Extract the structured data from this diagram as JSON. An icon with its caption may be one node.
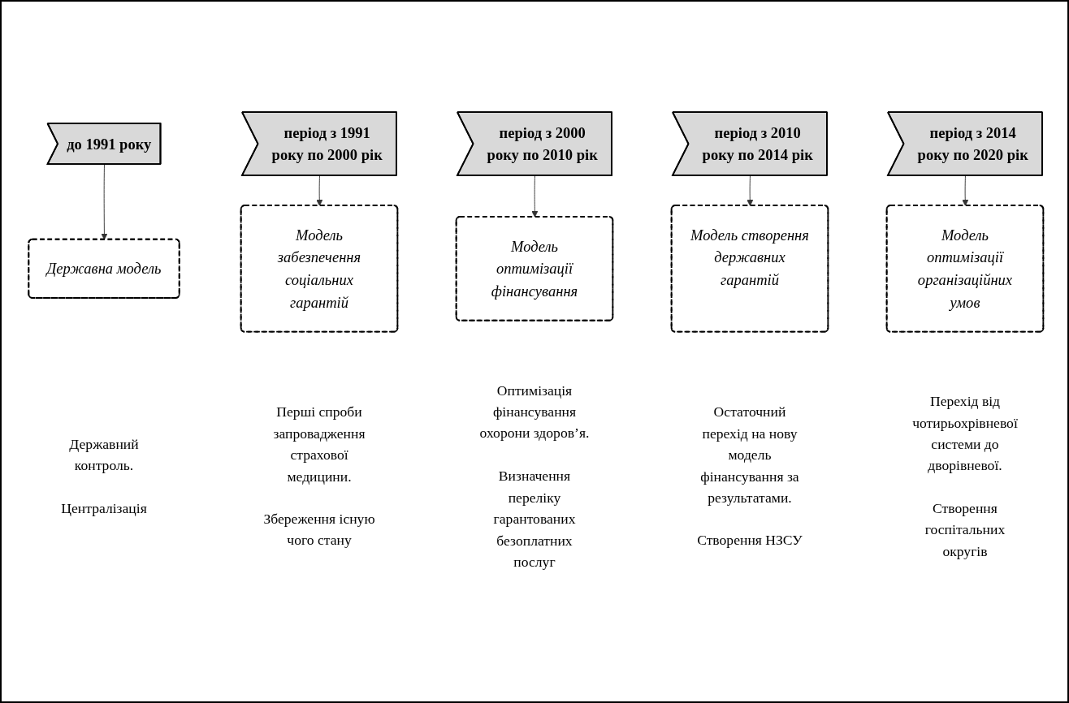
{
  "diagram": {
    "nodes": [
      {
        "text": [
          "до 1991 року"
        ]
      },
      {
        "text": [
          "період з 1991 року по 2000 рік"
        ]
      },
      {
        "text": [
          "період з 2000 року по 2010 рік"
        ]
      },
      {
        "text": [
          "період з 2010 року по 2014 рік"
        ]
      },
      {
        "text": [
          "період з 2014 року по 2020 рік"
        ]
      },
      {
        "text": [
          "Державна модель"
        ],
        "beside": [
          "Державний контроль.",
          "Централізація"
        ]
      },
      {
        "text": [
          "Модель забезпечення соціальних гарантій"
        ],
        "beside": [
          "Перші спроби запровадження страхової медицини.",
          "Збереження існую чого стану"
        ]
      },
      {
        "text": [
          "Модель оптимізації фінансування"
        ],
        "beside": [
          "Оптимізація фінансування охорони здоров’я.",
          "Визначення переліку гарантованих безоплатних послуг"
        ]
      },
      {
        "text": [
          "Модель створення державних гарантій"
        ],
        "beside": [
          "Остаточний перехід на нову модель фінансування за результатами.",
          "Створення НЗСУ"
        ]
      },
      {
        "text": [
          "Модель оптимізації організаційних умов"
        ],
        "beside": [
          "Перехід від чотирьохрівневої системи до дворівневої.",
          "Створення госпітальних округів"
        ]
      }
    ],
    "edges": [
      {
        "from": 0,
        "to": 5,
        "arrow": "to"
      },
      {
        "from": 1,
        "to": 6,
        "arrow": "to"
      },
      {
        "from": 2,
        "to": 7,
        "arrow": "to"
      },
      {
        "from": 3,
        "to": 8,
        "arrow": "to"
      },
      {
        "from": 4,
        "to": 9,
        "arrow": "to"
      }
    ]
  }
}
